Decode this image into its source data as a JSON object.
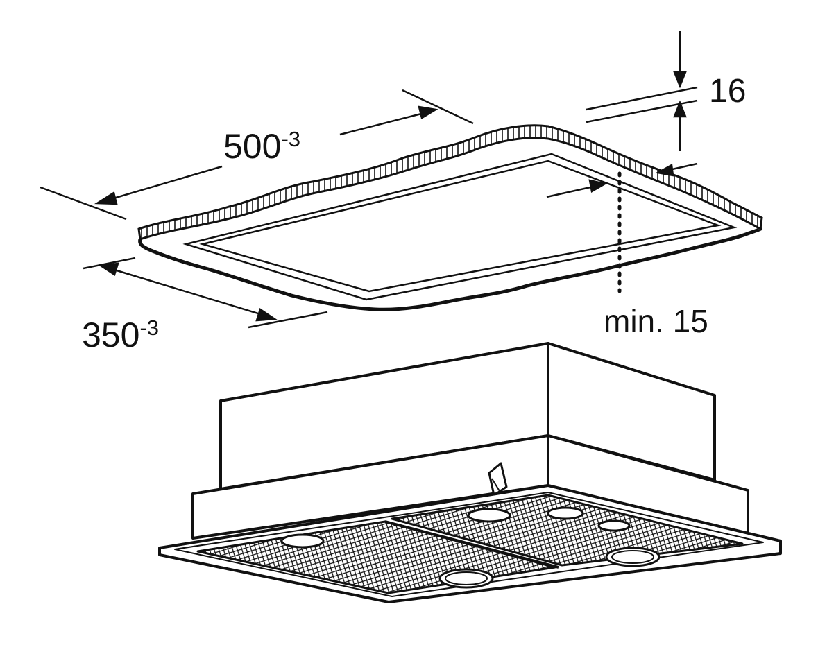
{
  "diagram": {
    "dimensions": {
      "length": {
        "value": "500",
        "tolerance": "-3"
      },
      "width": {
        "value": "350",
        "tolerance": "-3"
      },
      "panel_thickness": "16",
      "min_offset": "min. 15"
    }
  },
  "colors": {
    "ink": "#111111",
    "paper": "#ffffff"
  }
}
